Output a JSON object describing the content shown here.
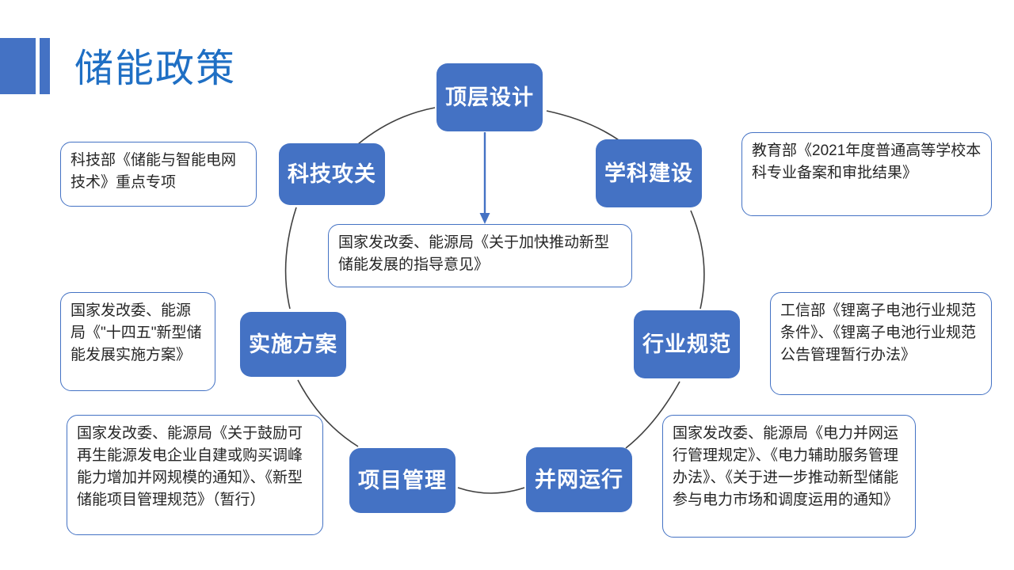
{
  "slide": {
    "title": "储能政策",
    "accent_color": "#4472C4",
    "title_color": "#1F6FC4",
    "background": "#ffffff"
  },
  "diagram": {
    "type": "cycle",
    "node_fill": "#4472C4",
    "node_text_color": "#ffffff",
    "callout_border": "#4472C4",
    "callout_text_color": "#262626",
    "arc_color": "#404040",
    "arrow_color": "#4472C4",
    "nodes": [
      {
        "id": "top",
        "label": "顶层设计"
      },
      {
        "id": "discipline",
        "label": "学科建设"
      },
      {
        "id": "research",
        "label": "科技攻关"
      },
      {
        "id": "industry",
        "label": "行业规范"
      },
      {
        "id": "plan",
        "label": "实施方案"
      },
      {
        "id": "grid",
        "label": "并网运行"
      },
      {
        "id": "project",
        "label": "项目管理"
      }
    ],
    "callouts": [
      {
        "id": "research",
        "for_node": "科技攻关",
        "text": "科技部《储能与智能电网技术》重点专项"
      },
      {
        "id": "discipline",
        "for_node": "学科建设",
        "text": "教育部《2021年度普通高等学校本科专业备案和审批结果》"
      },
      {
        "id": "center",
        "for_node": "顶层设计",
        "text": "国家发改委、能源局《关于加快推动新型储能发展的指导意见》"
      },
      {
        "id": "plan",
        "for_node": "实施方案",
        "text": "国家发改委、能源局《\"十四五\"新型储能发展实施方案》"
      },
      {
        "id": "industry",
        "for_node": "行业规范",
        "text": "工信部《锂离子电池行业规范条件》、《锂离子电池行业规范公告管理暂行办法》"
      },
      {
        "id": "project",
        "for_node": "项目管理",
        "text": "国家发改委、能源局《关于鼓励可再生能源发电企业自建或购买调峰能力增加并网规模的通知》、《新型储能项目管理规范》（暂行）"
      },
      {
        "id": "grid",
        "for_node": "并网运行",
        "text": "国家发改委、能源局《电力并网运行管理规定》、《电力辅助服务管理办法》、《关于进一步推动新型储能参与电力市场和调度运用的通知》"
      }
    ]
  }
}
